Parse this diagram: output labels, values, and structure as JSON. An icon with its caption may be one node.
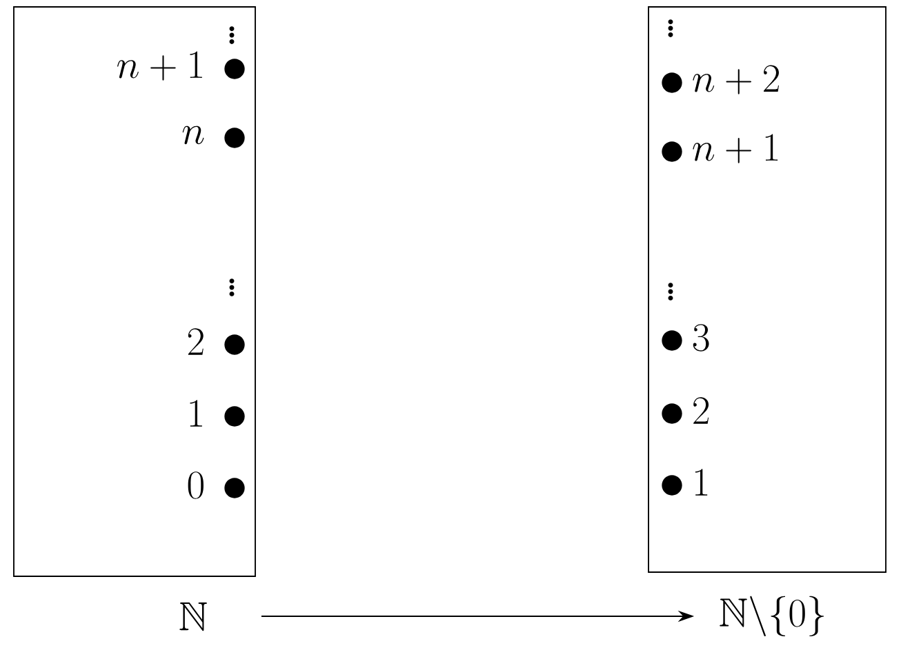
{
  "diagram": {
    "nodes": [
      {
        "text": [],
        "shape": "box"
      },
      {
        "text": [
          "n+1"
        ],
        "in": 0
      },
      {
        "text": [
          "n"
        ],
        "in": 0
      },
      {
        "text": [
          "2"
        ],
        "in": 0
      },
      {
        "text": [
          "1"
        ],
        "in": 0
      },
      {
        "text": [
          "0"
        ],
        "in": 0
      },
      {
        "text": [],
        "shape": "box"
      },
      {
        "text": [
          "n+2"
        ],
        "in": 6
      },
      {
        "text": [
          "n+1"
        ],
        "in": 6
      },
      {
        "text": [
          "3"
        ],
        "in": 6
      },
      {
        "text": [
          "2"
        ],
        "in": 6
      },
      {
        "text": [
          "1"
        ],
        "in": 6
      },
      {
        "text": [
          "\\mathbb{N}"
        ]
      },
      {
        "text": [
          "\\mathbb{N}\\backslash\\{0\\}"
        ]
      }
    ],
    "edges": [
      {
        "from": 12,
        "to": 13,
        "arrow": "to"
      }
    ],
    "labels": [
      "\\vdots",
      "\\vdots",
      "\\vdots",
      "\\vdots"
    ]
  }
}
